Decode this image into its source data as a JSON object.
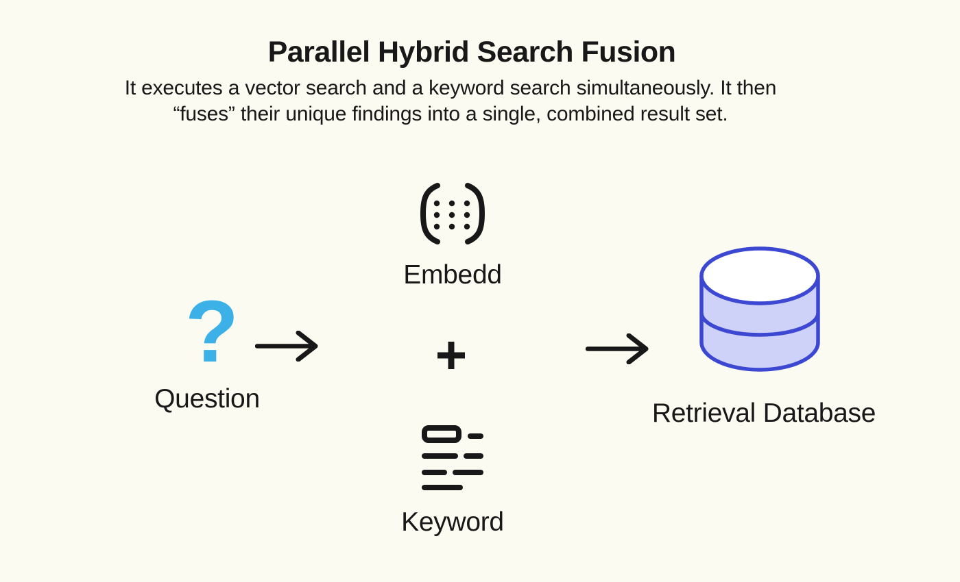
{
  "header": {
    "title": "Parallel Hybrid Search Fusion",
    "subtitle_line1": "It executes a vector search and a keyword search simultaneously. It then",
    "subtitle_line2": "“fuses” their unique findings into a single, combined result set."
  },
  "diagram": {
    "question": {
      "glyph": "?",
      "label": "Question"
    },
    "embed": {
      "label": "Embedd"
    },
    "keyword": {
      "label": "Keyword"
    },
    "database": {
      "label": "Retrieval Database"
    }
  },
  "icons": {
    "question": "question-mark-glyph",
    "embed": "embedding-matrix-brackets-icon",
    "keyword": "keyword-text-lines-icon",
    "database": "database-cylinder-icon",
    "arrow_question_to_search": "arrow-right-icon",
    "arrow_search_to_database": "arrow-right-icon",
    "plus": "plus-icon"
  },
  "colors": {
    "background": "#FCFBF1",
    "ink": "#181818",
    "question-blue": "#3CB1E7",
    "db-stroke": "#3C47D2",
    "db-fill": "#CED2F8",
    "db-top": "#FFFFFF"
  }
}
